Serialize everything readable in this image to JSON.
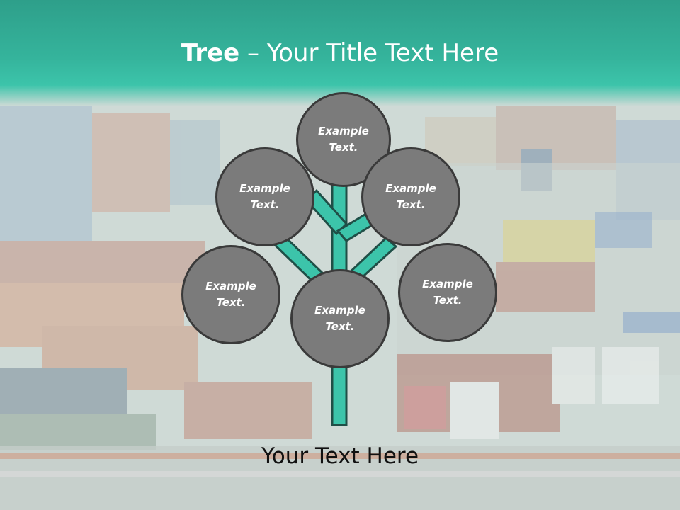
{
  "slide": {
    "title_bold": "Tree",
    "title_dash": " – ",
    "title_rest": "Your Title Text Here",
    "footer_text": "Your Text Here",
    "accent_color": "#3cc4aa",
    "node_color": "#7b7b7b",
    "background_photo": "container-port-trucks"
  },
  "nodes": [
    {
      "label": "Example\nText."
    },
    {
      "label": "Example\nText."
    },
    {
      "label": "Example\nText."
    },
    {
      "label": "Example\nText."
    },
    {
      "label": "Example\nText."
    },
    {
      "label": "Example\nText."
    }
  ]
}
